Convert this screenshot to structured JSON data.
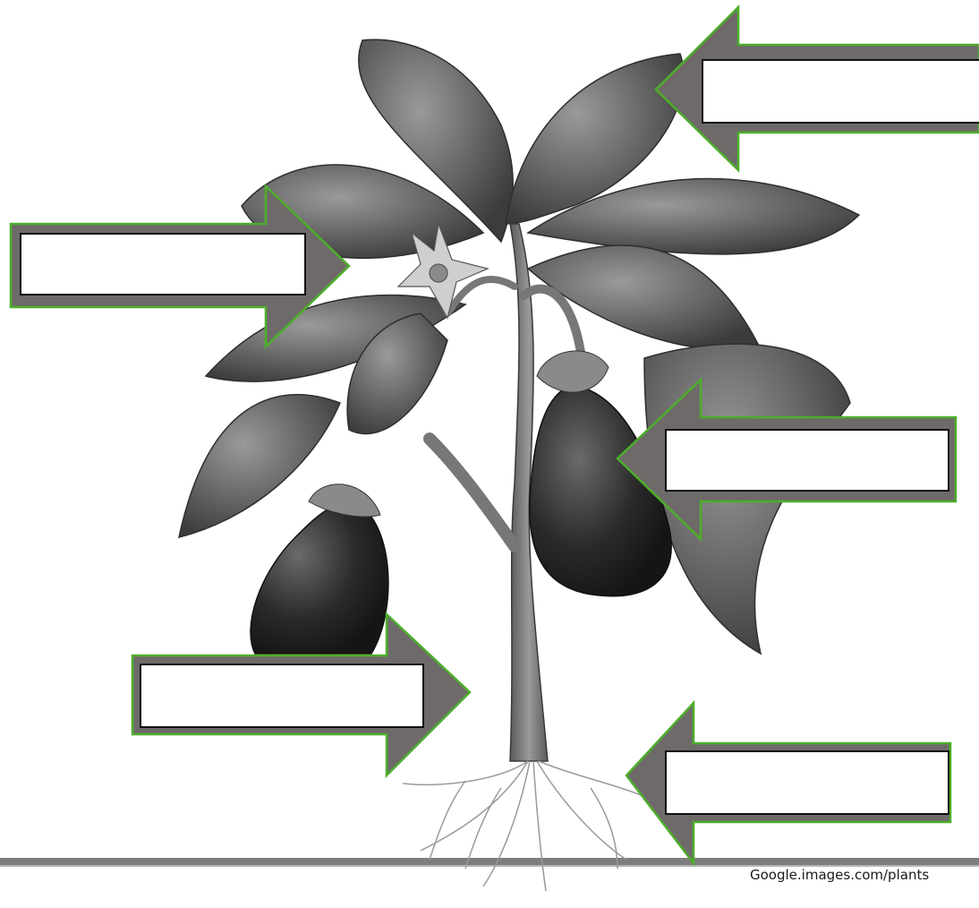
{
  "diagram": {
    "source_credit": "Google.images.com/plants",
    "labels": [
      {
        "id": "leaf",
        "text": ""
      },
      {
        "id": "flower",
        "text": ""
      },
      {
        "id": "fruit",
        "text": ""
      },
      {
        "id": "stem",
        "text": ""
      },
      {
        "id": "roots",
        "text": ""
      }
    ]
  },
  "colors": {
    "arrow_fill": "#6e6a6a",
    "arrow_outline": "#4caf2a",
    "leaf_dark": "#4a4a4a",
    "leaf_mid": "#7a7a7a",
    "fruit": "#262626",
    "ground": "#7d7d7d"
  }
}
